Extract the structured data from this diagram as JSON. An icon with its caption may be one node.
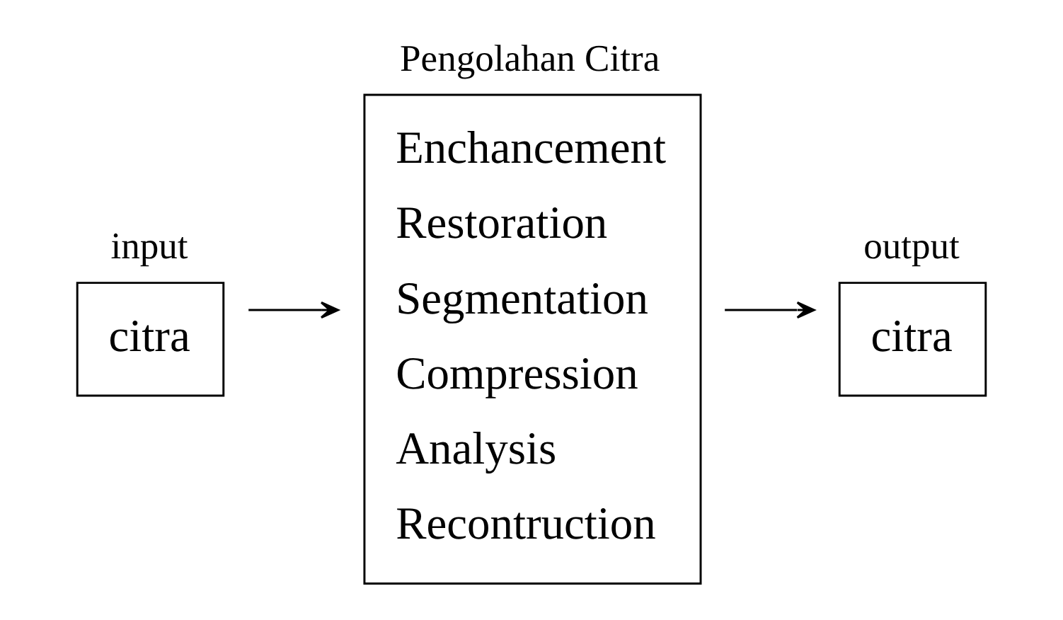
{
  "diagram": {
    "nodes": [
      {
        "text": [
          "citra"
        ],
        "beside": [
          "input"
        ]
      },
      {
        "text": [
          "Pengolahan Citra",
          "Enchancement",
          "Restoration",
          "Segmentation",
          "Compression",
          "Analysis",
          "Recontruction"
        ]
      },
      {
        "text": [
          "citra"
        ],
        "beside": [
          "output"
        ]
      }
    ],
    "edges": [
      {
        "from": 0,
        "to": 1,
        "arrow": "to"
      },
      {
        "from": 1,
        "to": 2,
        "arrow": "to"
      }
    ]
  }
}
